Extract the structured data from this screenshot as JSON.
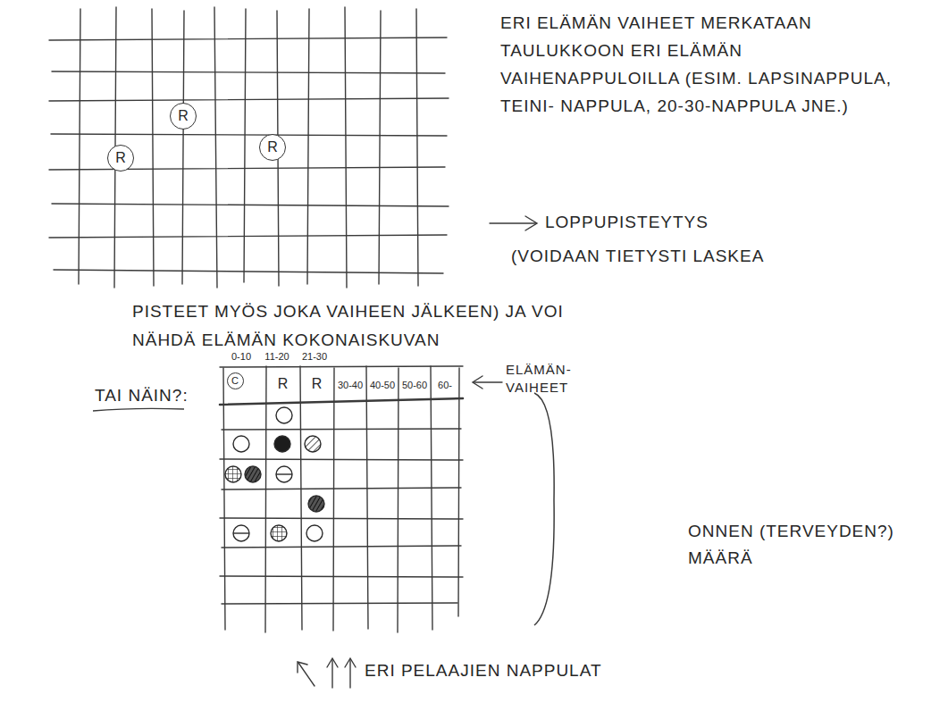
{
  "diagram": {
    "nodes": [
      {
        "text": [
          "R"
        ]
      },
      {
        "text": [
          "R"
        ]
      },
      {
        "text": [
          "R"
        ]
      },
      {
        "text": [
          "C"
        ]
      }
    ],
    "labels": [
      "ERI ELÄMÄN VAIHEET MERKATAAN TAULUKKOON ERI ELÄMÄN VAIHENAPPULOILLA (ESIM. LAPSINAPPULA, TEINI- NAPPULA, 20-30-NAPPULA JNE.)",
      "LOPPUPISTEYTYS",
      "(VOIDAAN TIETYSTI LASKEA",
      "PISTEET MYÖS JOKA VAIHEEN JÄLKEEN) JA VOI",
      "NÄHDÄ ELÄMÄN KOKONAISKUVAN",
      "TAI NÄIN?:",
      "0-10",
      "11-20",
      "21-30",
      "R",
      "R",
      "30-40",
      "40-50",
      "50-60",
      "60-",
      "ELÄMÄN- VAIHEET",
      "ONNEN (TERVEYDEN?) MÄÄRÄ",
      "ERI PELAAJIEN NAPPULAT"
    ]
  }
}
